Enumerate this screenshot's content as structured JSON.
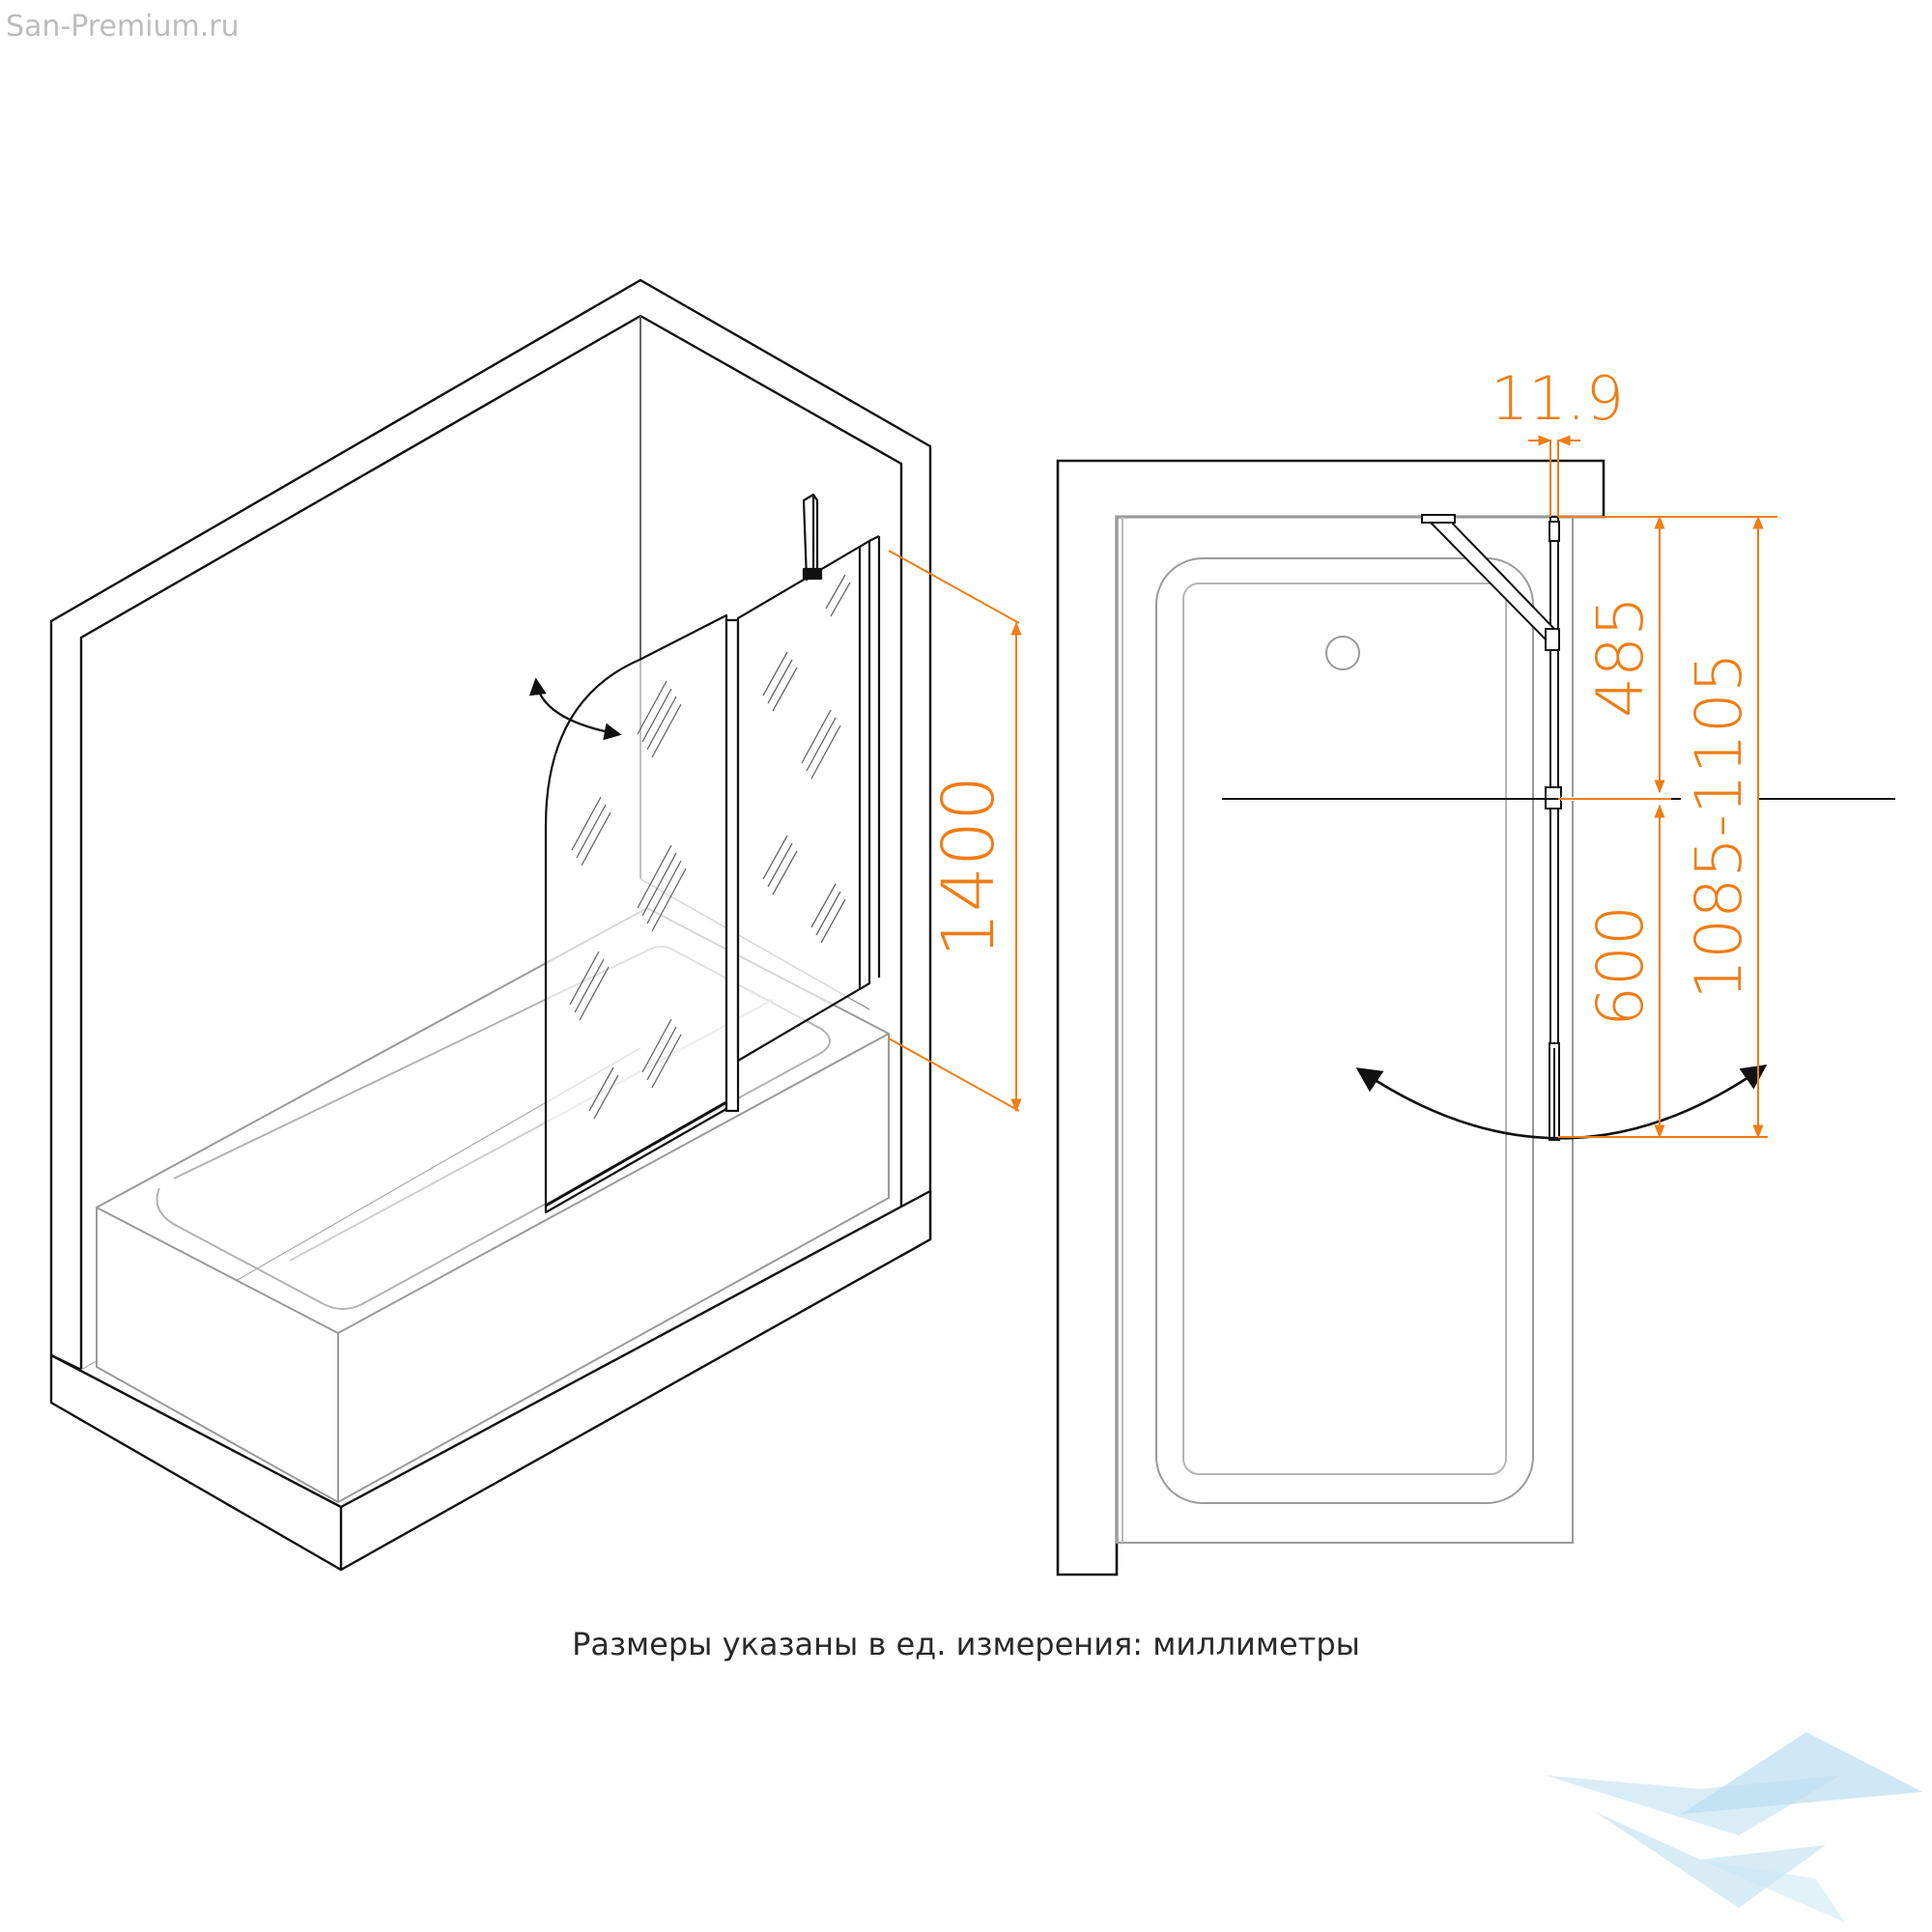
{
  "source_label": "San-Premium.ru",
  "caption": "Размеры указаны в ед. измерения: миллиметры",
  "dimensions": {
    "height": "1400",
    "thickness": "11.9",
    "fixed_panel_width": "485",
    "door_width": "600",
    "total_width": "1085-1105"
  },
  "colors": {
    "dimension": "#ef7d14",
    "outline": "#111111",
    "bath": "#9a9a9a",
    "logo": "#a9d4ec"
  },
  "icons": {
    "rotation_arrow_iso": "curved-double-arrow",
    "rotation_arrow_plan": "curved-double-arrow",
    "logo": "triangular-wave-logo"
  }
}
